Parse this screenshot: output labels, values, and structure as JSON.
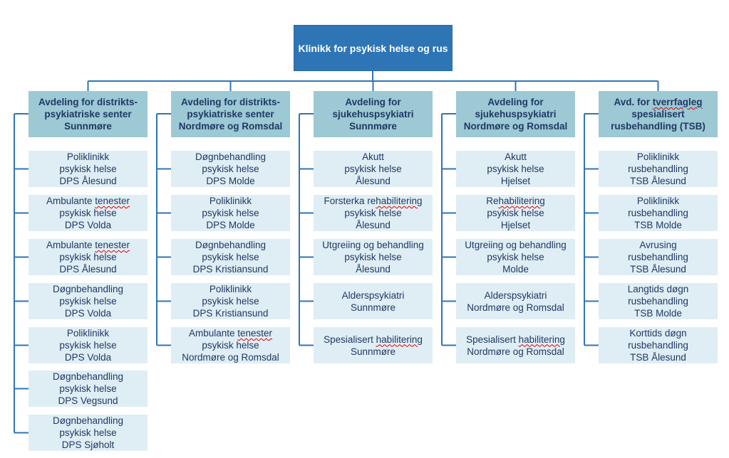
{
  "root": {
    "label": "Klinikk for psykisk helse og rus"
  },
  "departments": [
    {
      "lines": [
        "Avdeling for distrikts-",
        "psykiatriske senter",
        "Sunnmøre"
      ],
      "units": [
        [
          "Poliklinikk",
          "psykisk helse",
          "DPS Ålesund"
        ],
        [
          "Ambulante tenester",
          "psykisk helse",
          "DPS Volda"
        ],
        [
          "Ambulante tenester",
          "psykisk helse",
          "DPS Ålesund"
        ],
        [
          "Døgnbehandling",
          "psykisk helse",
          "DPS Volda"
        ],
        [
          "Poliklinikk",
          "psykisk helse",
          "DPS Volda"
        ],
        [
          "Døgnbehandling",
          "psykisk helse",
          "DPS Vegsund"
        ],
        [
          "Døgnbehandling",
          "psykisk helse",
          "DPS Sjøholt"
        ]
      ]
    },
    {
      "lines": [
        "Avdeling for distrikts-",
        "psykiatriske senter",
        "Nordmøre og Romsdal"
      ],
      "units": [
        [
          "Døgnbehandling",
          "psykisk helse",
          "DPS Molde"
        ],
        [
          "Poliklinikk",
          "psykisk helse",
          "DPS Molde"
        ],
        [
          "Døgnbehandling",
          "psykisk helse",
          "DPS Kristiansund"
        ],
        [
          "Poliklinikk",
          "psykisk helse",
          "DPS Kristiansund"
        ],
        [
          "Ambulante tenester",
          "psykisk helse",
          "Nordmøre og Romsdal"
        ]
      ]
    },
    {
      "lines": [
        "Avdeling for",
        "sjukehuspsykiatri",
        "Sunnmøre"
      ],
      "units": [
        [
          "Akutt",
          "psykisk helse",
          "Ålesund"
        ],
        [
          "Forsterka rehabilitering",
          "psykisk helse",
          "Ålesund"
        ],
        [
          "Utgreiing og behandling",
          "psykisk helse",
          "Ålesund"
        ],
        [
          "Alderspsykiatri",
          "Sunnmøre"
        ],
        [
          "Spesialisert habilitering",
          "Sunnmøre"
        ]
      ]
    },
    {
      "lines": [
        "Avdeling for",
        "sjukehuspsykiatri",
        "Nordmøre og Romsdal"
      ],
      "units": [
        [
          "Akutt",
          "psykisk helse",
          "Hjelset"
        ],
        [
          "Rehabilitering",
          "psykisk helse",
          "Hjelset"
        ],
        [
          "Utgreiing og behandling",
          "psykisk helse",
          "Molde"
        ],
        [
          "Alderspsykiatri",
          "Nordmøre og Romsdal"
        ],
        [
          "Spesialisert habilitering",
          "Nordmøre og Romsdal"
        ]
      ]
    },
    {
      "lines": [
        "Avd. for tverrfagleg",
        "spesialisert",
        "rusbehandling (TSB)"
      ],
      "units": [
        [
          "Poliklinikk",
          "rusbehandling",
          "TSB Ålesund"
        ],
        [
          "Poliklinikk",
          "rusbehandling",
          "TSB Molde"
        ],
        [
          "Avrusing",
          "rusbehandling",
          "TSB Ålesund"
        ],
        [
          "Langtids døgn",
          "rusbehandling",
          "TSB Molde"
        ],
        [
          "Korttids døgn",
          "rusbehandling",
          "TSB Ålesund"
        ]
      ]
    }
  ],
  "spellcheck_words": [
    "tenester",
    "tverrfagleg",
    "habilitering"
  ],
  "colors": {
    "root_fill": "#2e75b6",
    "department_fill": "#9cc9d4",
    "unit_fill": "#dfeef4",
    "connector": "#2e75b6",
    "text": "#1f3864",
    "spellcheck_underline": "#e00000"
  }
}
